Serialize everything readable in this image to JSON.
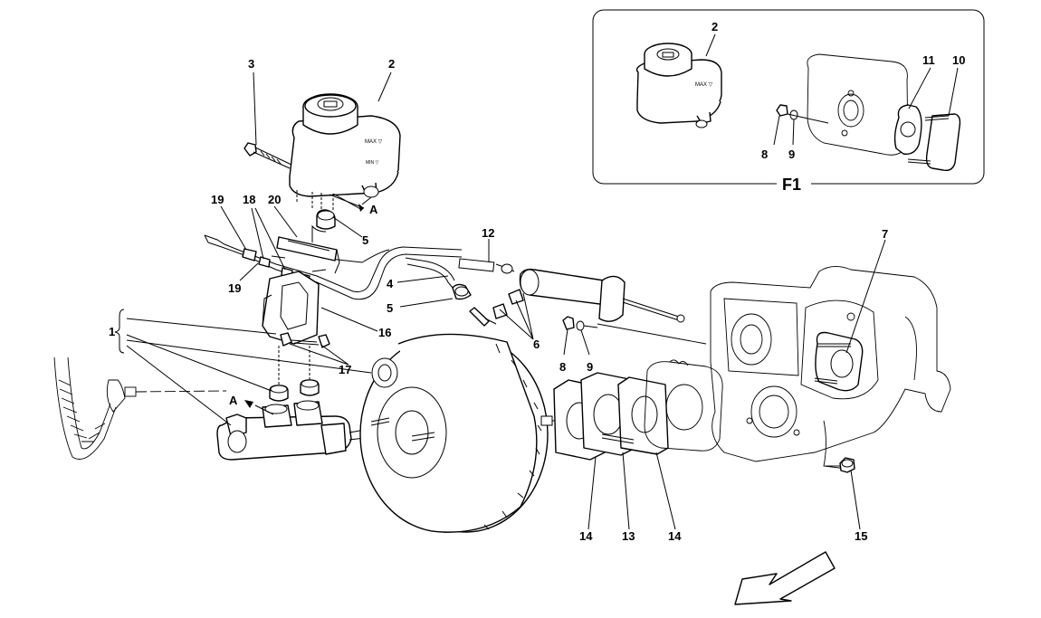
{
  "labels": {
    "l1": "1",
    "l2": "2",
    "l3": "3",
    "l4": "4",
    "l5a": "5",
    "l5b": "5",
    "l6": "6",
    "l7": "7",
    "l8": "8",
    "l9": "9",
    "l12": "12",
    "l13": "13",
    "l14a": "14",
    "l14b": "14",
    "l15": "15",
    "l16": "16",
    "l17": "17",
    "l18": "18",
    "l19a": "19",
    "l19b": "19",
    "l20": "20",
    "refA1": "A",
    "refA2": "A"
  },
  "inset": {
    "title": "F1",
    "l2": "2",
    "l8": "8",
    "l9": "9",
    "l10": "10",
    "l11": "11"
  },
  "reservoir_marks": {
    "max": "MAX ▽",
    "min": "MIN ▽"
  },
  "icons": [
    "direction-arrow-icon"
  ]
}
